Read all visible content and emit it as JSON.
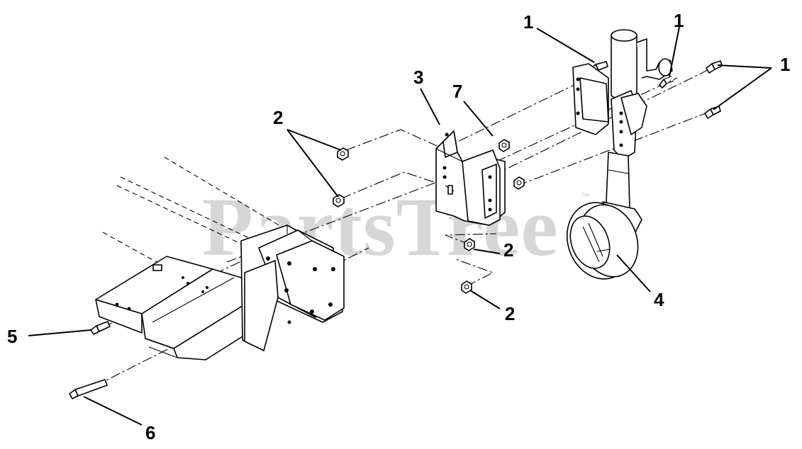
{
  "watermark": {
    "text": "PartsTree",
    "trademark": "™"
  },
  "callouts": [
    {
      "id": "c1a",
      "label": "1"
    },
    {
      "id": "c1b",
      "label": "1"
    },
    {
      "id": "c1c",
      "label": "1"
    },
    {
      "id": "c2a",
      "label": "2"
    },
    {
      "id": "c2b",
      "label": "2"
    },
    {
      "id": "c2c",
      "label": "2"
    },
    {
      "id": "c3",
      "label": "3"
    },
    {
      "id": "c4",
      "label": "4"
    },
    {
      "id": "c5",
      "label": "5"
    },
    {
      "id": "c6",
      "label": "6"
    },
    {
      "id": "c7",
      "label": "7"
    }
  ]
}
